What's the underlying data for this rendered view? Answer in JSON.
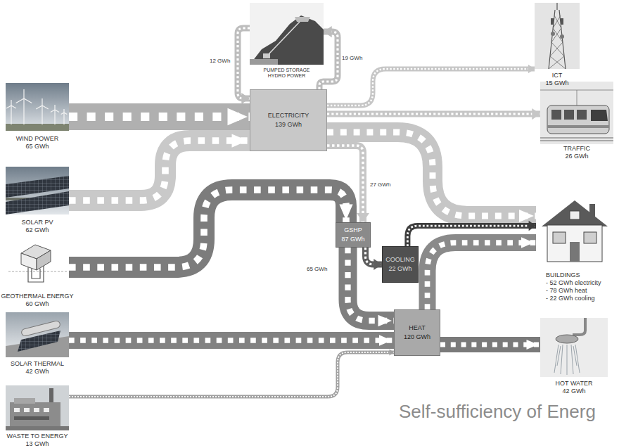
{
  "diagram": {
    "nodes": [
      {
        "text": [
          "WIND POWER",
          "65 GWh"
        ]
      },
      {
        "text": [
          "SOLAR PV",
          "62 GWh"
        ]
      },
      {
        "text": [
          "GEOTHERMAL ENERGY",
          "60 GWh"
        ]
      },
      {
        "text": [
          "SOLAR THERMAL",
          "42 GWh"
        ]
      },
      {
        "text": [
          "WASTE TO ENERGY",
          "13 GWh"
        ]
      },
      {
        "text": [
          "PUMPED STORAGE HYDRO POWER"
        ]
      },
      {
        "text": [
          "ELECTRICITY",
          "139 GWh"
        ]
      },
      {
        "text": [
          "ICT",
          "15 GWh"
        ]
      },
      {
        "text": [
          "TRAFFIC",
          "26 GWh"
        ]
      },
      {
        "text": [
          "GSHP",
          "87 GWh"
        ]
      },
      {
        "text": [
          "COOLING",
          "22 GWh"
        ]
      },
      {
        "text": [
          "BUILDINGS",
          "- 52 GWh electricity",
          "- 78 GWh heat",
          "- 22 GWh cooling"
        ]
      },
      {
        "text": [
          "HEAT",
          "120 GWh"
        ]
      },
      {
        "text": [
          "HOT WATER",
          "42 GWh"
        ]
      }
    ],
    "edges": [
      {
        "from": 0,
        "to": 6,
        "arrow": "to"
      },
      {
        "from": 1,
        "to": 6,
        "arrow": "to"
      },
      {
        "from": 6,
        "to": 5,
        "label": "19 GWh",
        "arrow": "to"
      },
      {
        "from": 5,
        "to": 6,
        "label": "12 GWh",
        "arrow": "to"
      },
      {
        "from": 6,
        "to": 7,
        "arrow": "to"
      },
      {
        "from": 6,
        "to": 8,
        "arrow": "to"
      },
      {
        "from": 6,
        "to": 11,
        "arrow": "to"
      },
      {
        "from": 6,
        "to": 9,
        "label": "27 GWh",
        "arrow": "to"
      },
      {
        "from": 2,
        "to": 9,
        "arrow": "to"
      },
      {
        "from": 9,
        "to": 10,
        "arrow": "to"
      },
      {
        "from": 10,
        "to": 11,
        "arrow": "to"
      },
      {
        "from": 9,
        "to": 12,
        "label": "65 GWh",
        "arrow": "to"
      },
      {
        "from": 3,
        "to": 12,
        "arrow": "to"
      },
      {
        "from": 4,
        "to": 12,
        "arrow": "to"
      },
      {
        "from": 12,
        "to": 11,
        "arrow": "to"
      },
      {
        "from": 12,
        "to": 13,
        "arrow": "to"
      }
    ],
    "labels": [
      "Self-sufficiency of Energ"
    ]
  }
}
